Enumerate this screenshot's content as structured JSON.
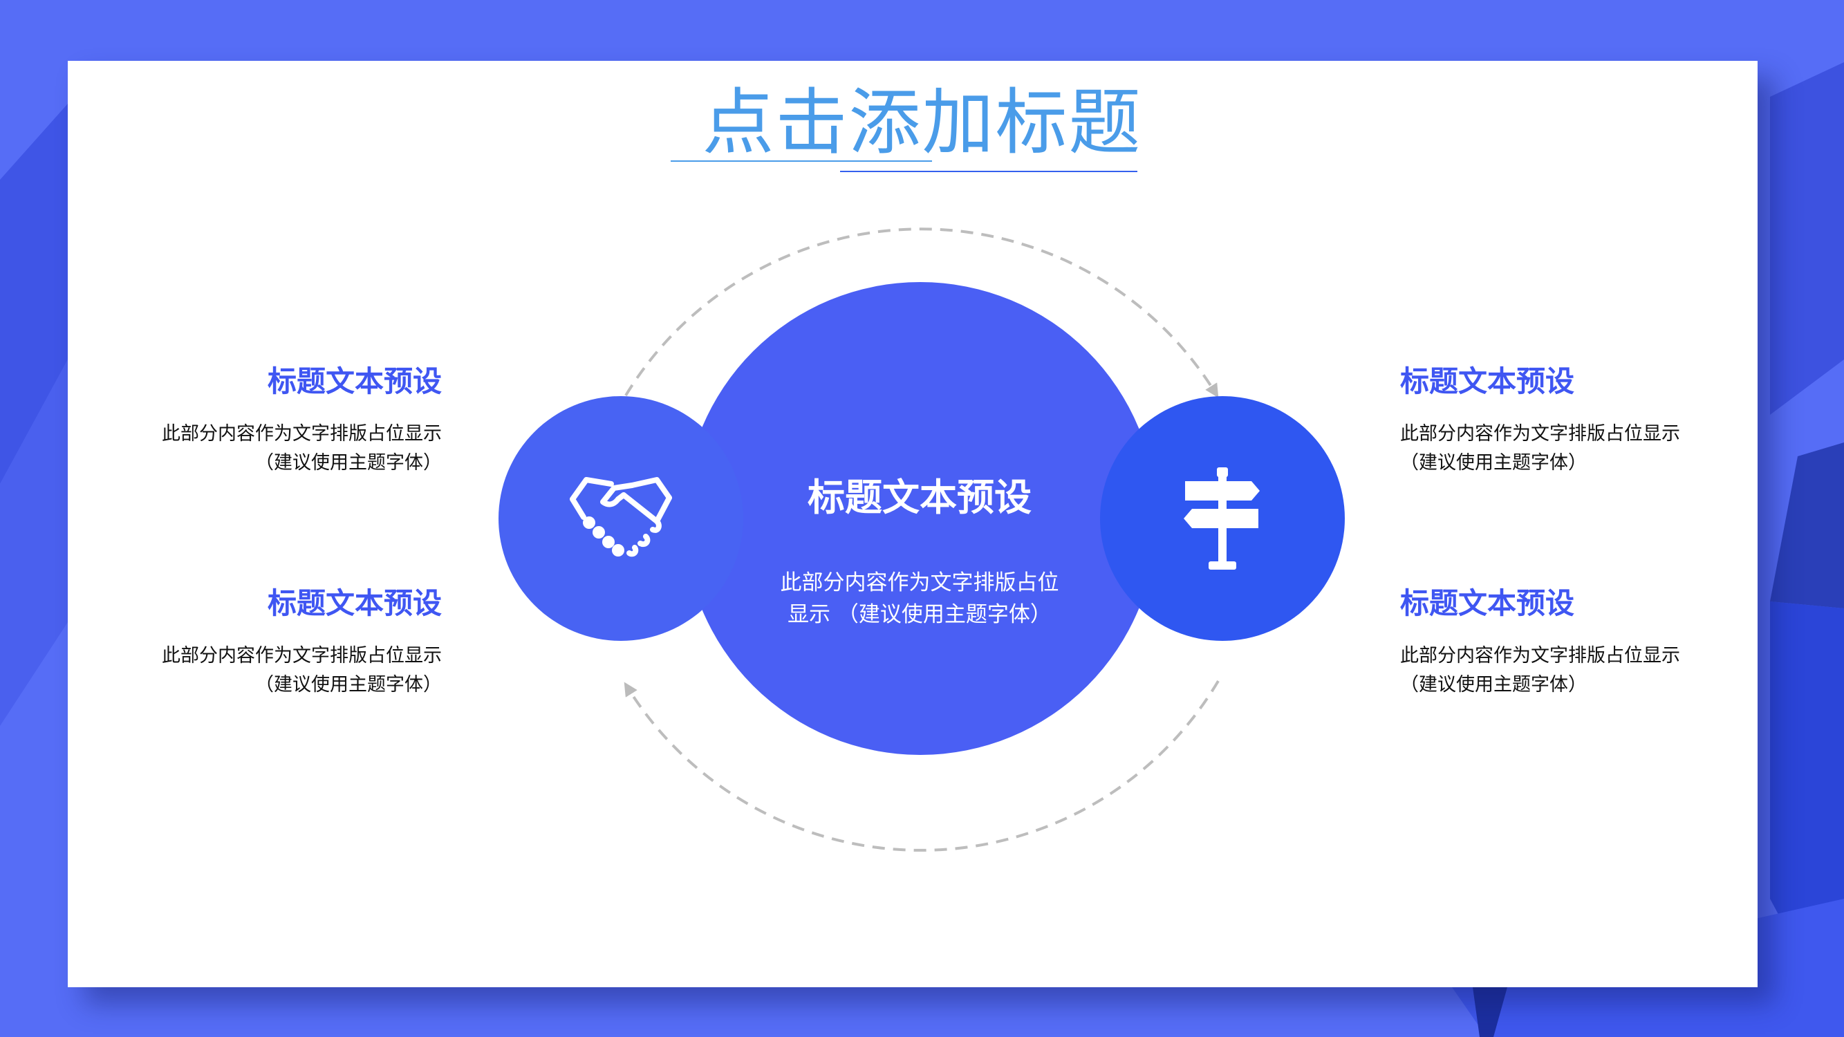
{
  "slide": {
    "title": "点击添加标题"
  },
  "center": {
    "heading": "标题文本预设",
    "body_line1": "此部分内容作为文字排版占位",
    "body_line2": "显示 （建议使用主题字体）"
  },
  "icons": {
    "left": "handshake-icon",
    "right": "signpost-icon"
  },
  "items": [
    {
      "side": "left",
      "title": "标题文本预设",
      "line1": "此部分内容作为文字排版占位显示",
      "line2": "（建议使用主题字体）"
    },
    {
      "side": "left",
      "title": "标题文本预设",
      "line1": "此部分内容作为文字排版占位显示",
      "line2": "（建议使用主题字体）"
    },
    {
      "side": "right",
      "title": "标题文本预设",
      "line1": "此部分内容作为文字排版占位显示",
      "line2": "（建议使用主题字体）"
    },
    {
      "side": "right",
      "title": "标题文本预设",
      "line1": "此部分内容作为文字排版占位显示",
      "line2": "（建议使用主题字体）"
    }
  ],
  "colors": {
    "background": "#566df6",
    "accent": "#3f56f2",
    "title": "#4a9ce9",
    "circle_left": "#4863f3",
    "circle_right": "#2f57f1"
  }
}
